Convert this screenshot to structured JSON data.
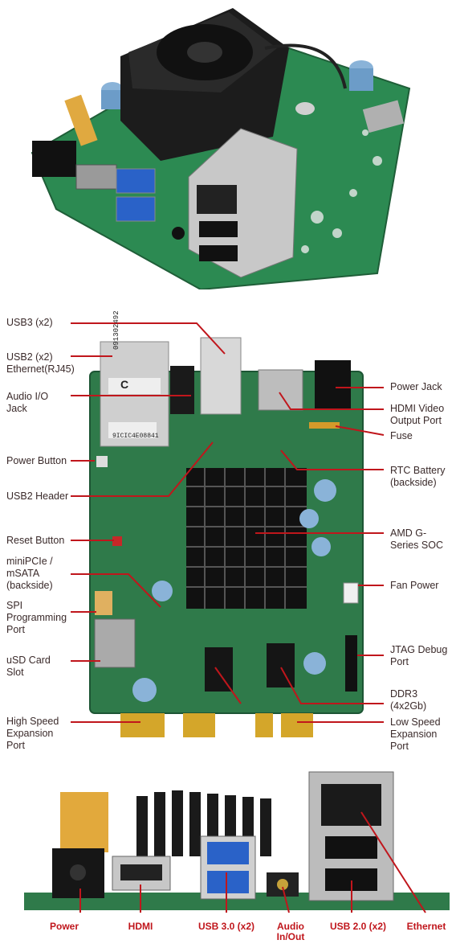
{
  "diagram": {
    "labels": {
      "usb3": "USB3 (x2)",
      "usb2_ethernet_1": "USB2 (x2)",
      "usb2_ethernet_2": "Ethernet(RJ45)",
      "audio_1": "Audio I/O",
      "audio_2": "Jack",
      "power_button": "Power Button",
      "usb2_header": "USB2 Header",
      "reset_button": "Reset Button",
      "minipcie_1": "miniPCIe /",
      "minipcie_2": "mSATA",
      "minipcie_3": "(backside)",
      "spi_1": "SPI",
      "spi_2": "Programming",
      "spi_3": "Port",
      "usd_1": "uSD Card",
      "usd_2": "Slot",
      "hs_1": "High Speed",
      "hs_2": "Expansion",
      "hs_3": "Port",
      "power_jack": "Power Jack",
      "hdmi_1": "HDMI Video",
      "hdmi_2": "Output Port",
      "fuse": "Fuse",
      "rtc_1": "RTC Battery",
      "rtc_2": "(backside)",
      "soc_1": "AMD G-",
      "soc_2": "Series  SOC",
      "fan_power": "Fan Power",
      "jtag_1": "JTAG Debug",
      "jtag_2": "Port",
      "ddr_1": "DDR3",
      "ddr_2": "(4x2Gb)",
      "ls_1": "Low Speed",
      "ls_2": "Expansion",
      "ls_3": "Port"
    },
    "board_markings": {
      "barcode_top": "091302492",
      "chip_letter": "C",
      "barcode_bottom": "9ICIC4E08841"
    },
    "bottom_labels": {
      "power": "Power",
      "hdmi": "HDMI",
      "usb30_1": "USB 3.0 (x2)",
      "audio_1": "Audio",
      "audio_2": "In/Out",
      "usb20": "USB 2.0 (x2)",
      "ethernet": "Ethernet"
    },
    "colors": {
      "pcb_green": "#2f7a4a",
      "pcb_top_green": "#2c8a52",
      "pointer_red": "#c0161c",
      "heatsink": "#1c1c1c",
      "usb3_blue": "#2a62c8",
      "gold": "#d4a62a"
    }
  }
}
